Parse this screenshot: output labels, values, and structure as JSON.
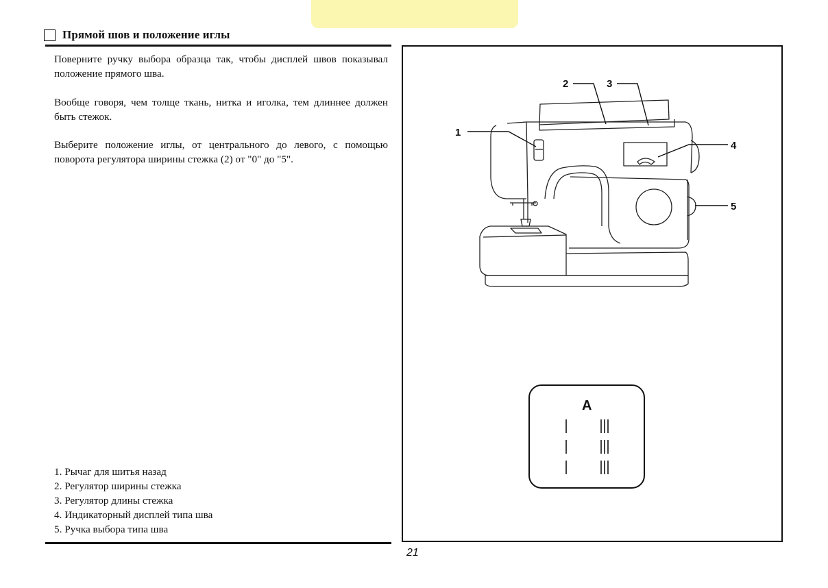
{
  "header": {
    "title": "Прямой шов и положение иглы"
  },
  "paragraphs": [
    "Поверните ручку выбора образца так, чтобы дисплей швов показывал положение прямого шва.",
    "Вообще говоря, чем толще ткань, нитка и иголка, тем длиннее должен быть стежок.",
    "Выберите положение иглы, от центрального до левого, с помощью поворота регулятора ширины стежка (2) от \"0\" до \"5\"."
  ],
  "legend": [
    "1. Рычаг для шитья назад",
    "2. Регулятор ширины стежка",
    "3. Регулятор длины стежка",
    "4. Индикаторный дисплей типа шва",
    "5. Ручка выбора типа шва"
  ],
  "figure": {
    "callouts": [
      "1",
      "2",
      "3",
      "4",
      "5"
    ],
    "panel_letter": "A"
  },
  "footer": {
    "page_number": "21"
  }
}
